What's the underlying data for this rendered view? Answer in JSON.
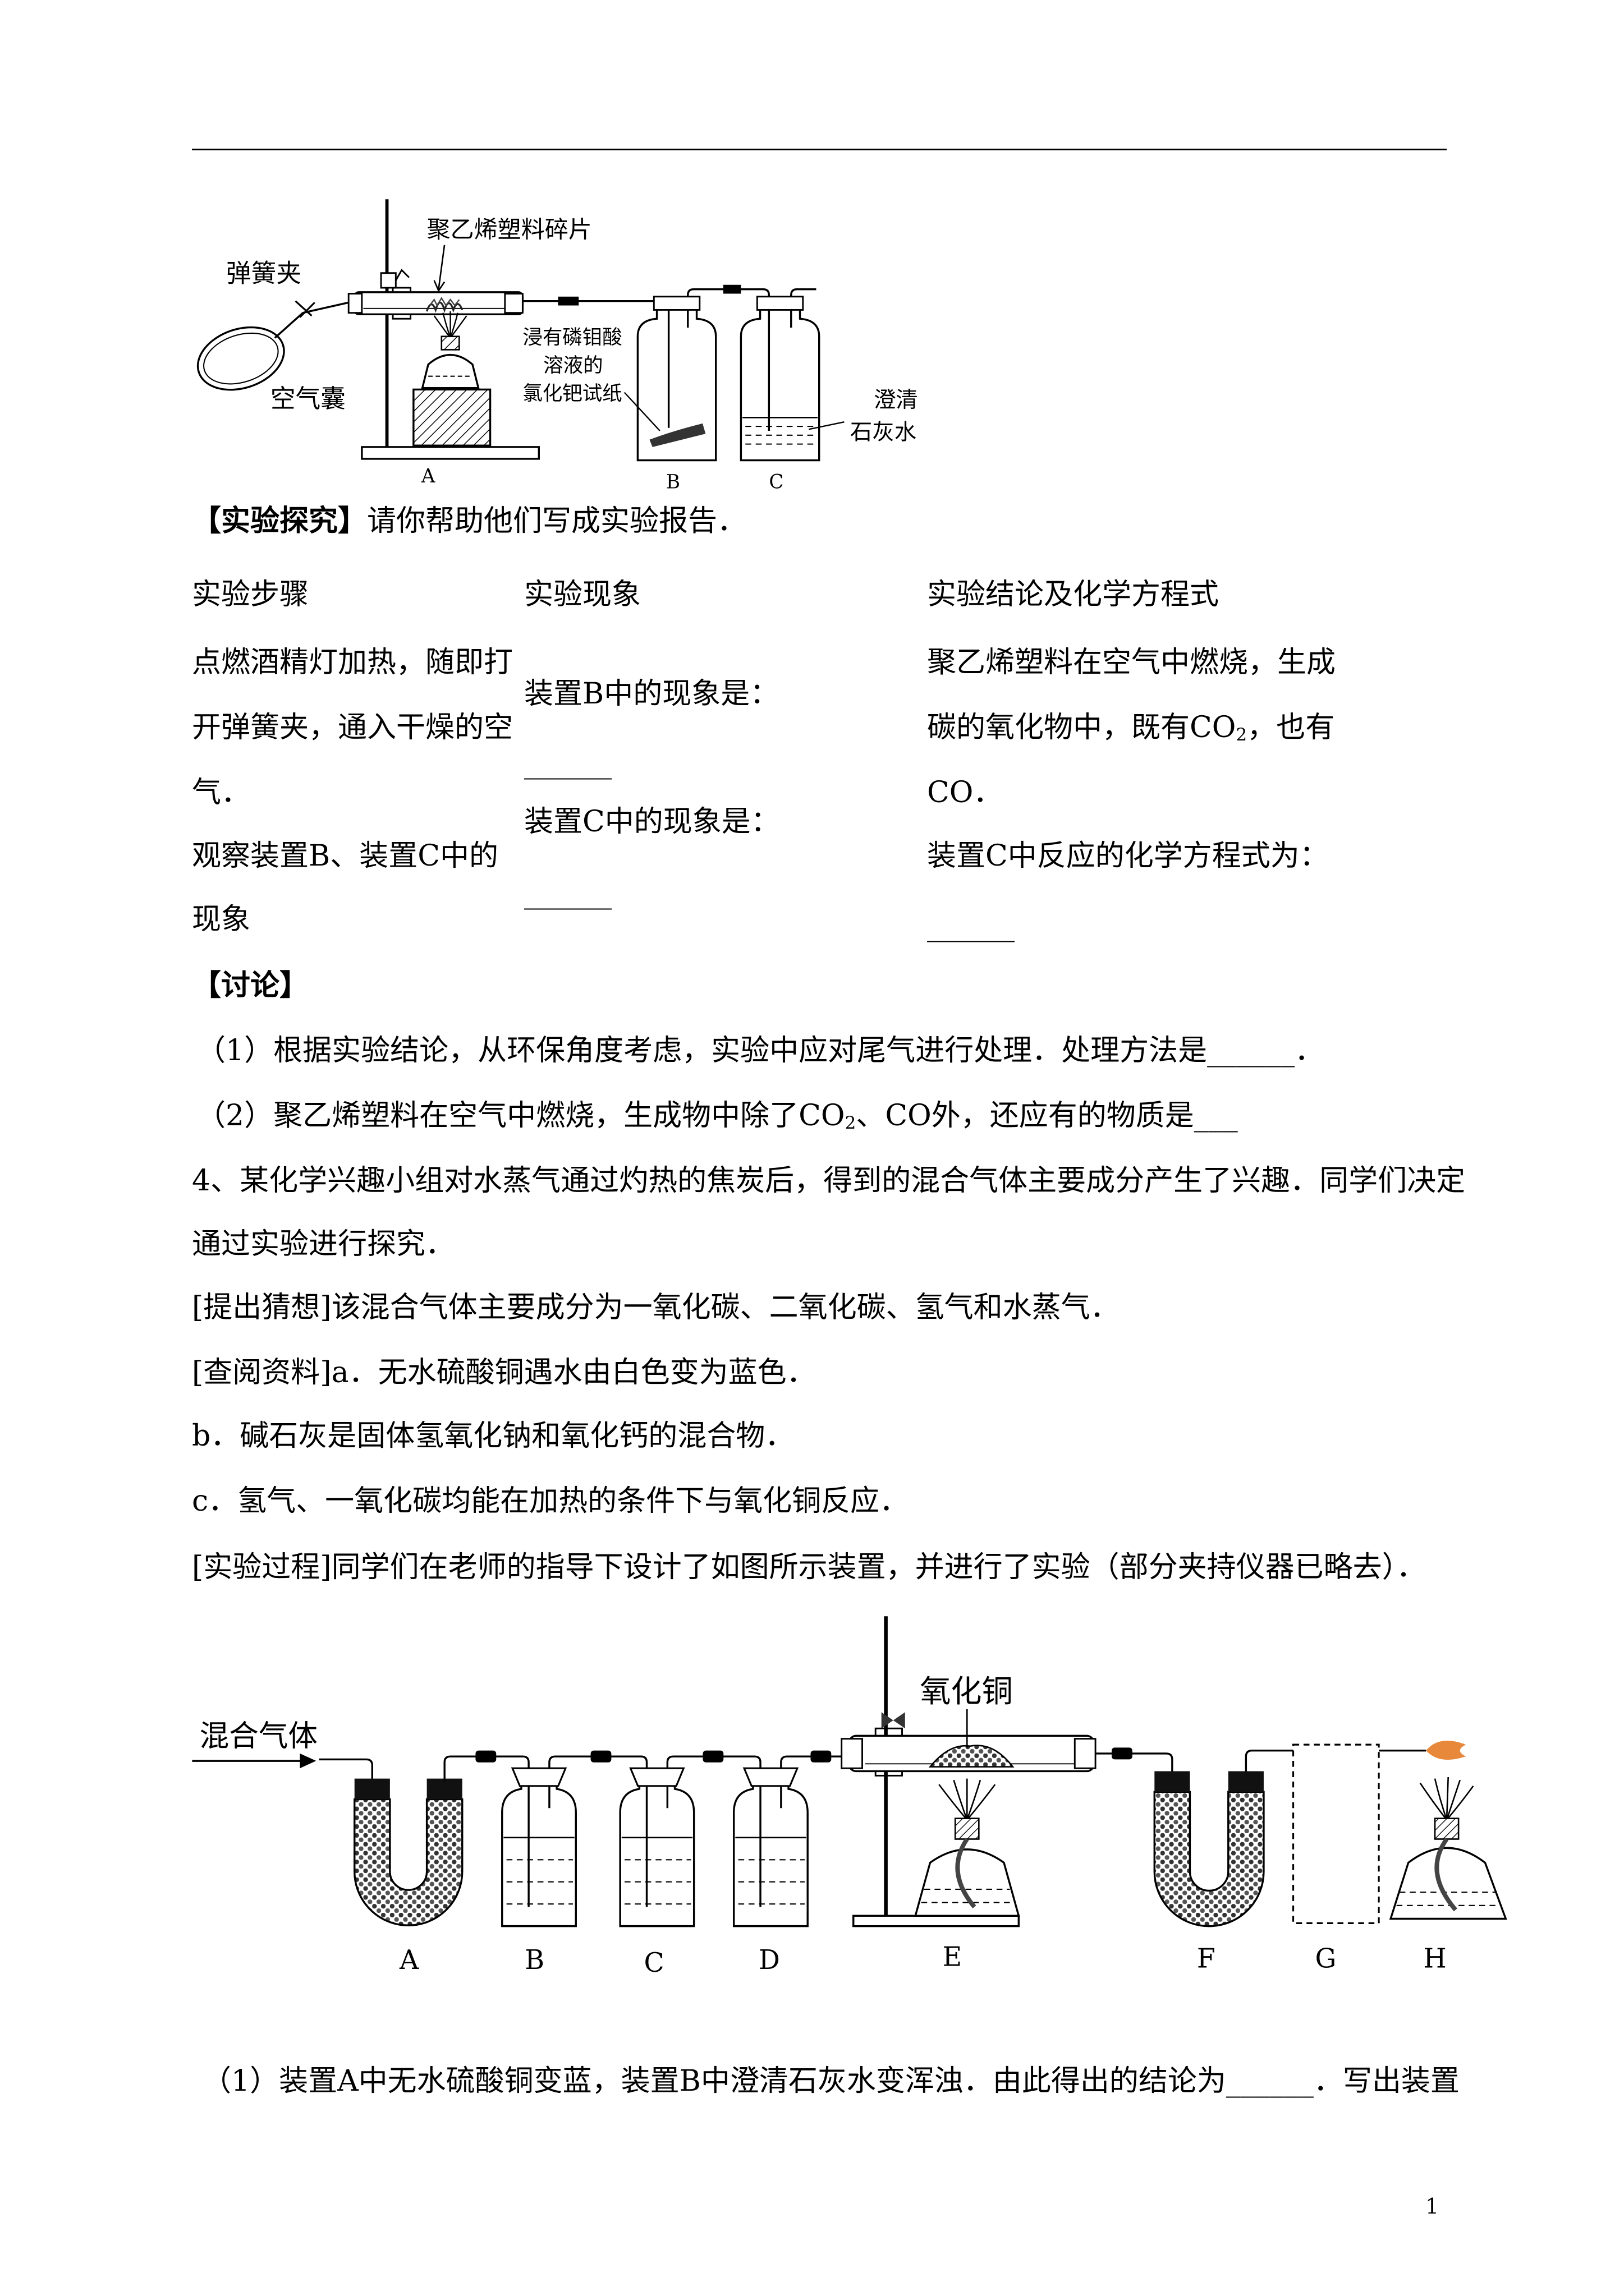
{
  "diagram1": {
    "label_plastic": "聚乙烯塑料碎片",
    "label_spring_clip": "弹簧夹",
    "label_air_bag": "空气囊",
    "label_test_paper": [
      "浸有磷钼酸",
      "溶液的",
      "氯化钯试纸"
    ],
    "label_limewater": [
      "澄清",
      "石灰水"
    ],
    "letters": [
      "A",
      "B",
      "C"
    ]
  },
  "explore": {
    "heading": "【实验探究】",
    "text": "请你帮助他们写成实验报告．"
  },
  "report_table": {
    "headers": [
      "实验步骤",
      "实验现象",
      "实验结论及化学方程式"
    ],
    "steps": [
      "点燃酒精灯加热，随即打",
      "开弹簧夹，通入干燥的空",
      "气．",
      "观察装置B、装置C中的",
      "现象"
    ],
    "phenomena": [
      "装置B中的现象是：",
      "______",
      "装置C中的现象是：",
      "______"
    ],
    "conclusions": {
      "line1": "聚乙烯塑料在空气中燃烧，生成",
      "line2_pre": "碳的氧化物中，既有CO",
      "line2_sub": "2",
      "line2_post": "，也有",
      "line3": "CO．",
      "line4": "装置C中反应的化学方程式为：",
      "line5": "______"
    }
  },
  "discussion": {
    "heading": "【讨论】",
    "q1": "（1）根据实验结论，从环保角度考虑，实验中应对尾气进行处理．处理方法是______．",
    "q2_pre": "（2）聚乙烯塑料在空气中燃烧，生成物中除了CO",
    "q2_sub": "2",
    "q2_post": "、CO外，还应有的物质是___"
  },
  "question4": {
    "intro": [
      "4、某化学兴趣小组对水蒸气通过灼热的焦炭后，得到的混合气体主要成分产生了兴趣．同学们决定",
      "通过实验进行探究．"
    ],
    "hypothesis": "[提出猜想]该混合气体主要成分为一氧化碳、二氧化碳、氢气和水蒸气．",
    "references": [
      "[查阅资料]a．无水硫酸铜遇水由白色变为蓝色．",
      "b．碱石灰是固体氢氧化钠和氧化钙的混合物．",
      "c．氢气、一氧化碳均能在加热的条件下与氧化铜反应．"
    ],
    "process": "[实验过程]同学们在老师的指导下设计了如图所示装置，并进行了实验（部分夹持仪器已略去）．",
    "part1": "（1）装置A中无水硫酸铜变蓝，装置B中澄清石灰水变浑浊．由此得出的结论为______．写出装置"
  },
  "diagram2": {
    "label_mixed_gas": "混合气体",
    "label_copper_oxide": "氧化铜",
    "letters": [
      "A",
      "B",
      "C",
      "D",
      "E",
      "F",
      "G",
      "H"
    ]
  },
  "page_number": "1",
  "colors": {
    "text": "#000000",
    "flame": "#e8883a"
  }
}
